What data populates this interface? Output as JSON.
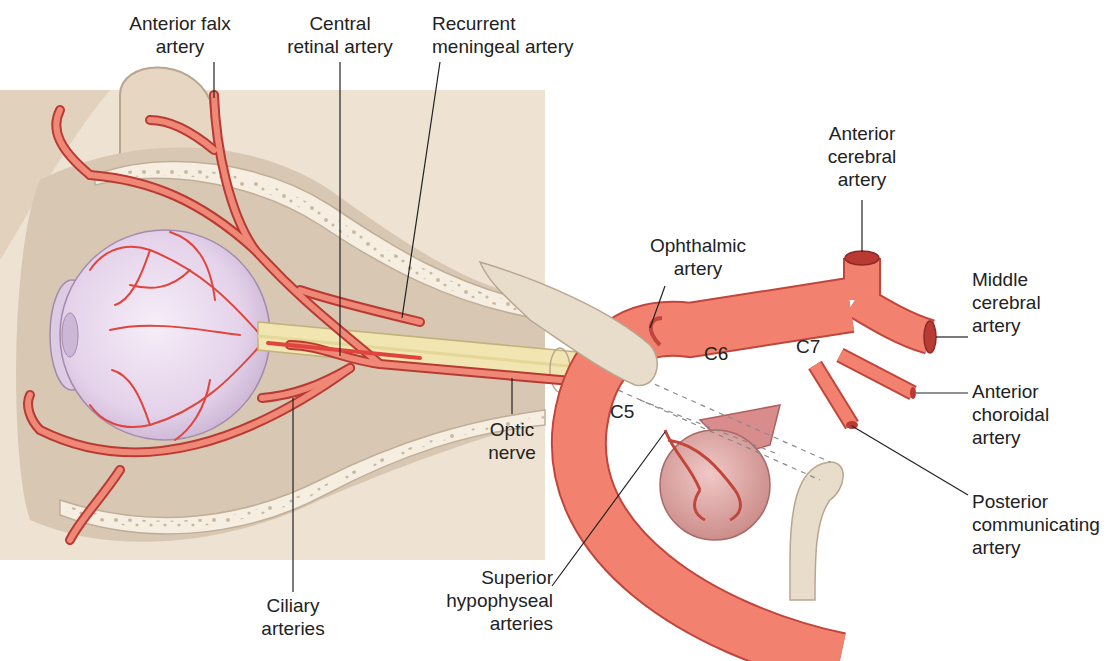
{
  "diagram": {
    "labels": [
      "Anterior falx artery",
      "Central retinal artery",
      "Recurrent meningeal artery",
      "Anterior cerebral artery",
      "Ophthalmic artery",
      "Middle cerebral artery",
      "C6",
      "C7",
      "C5",
      "Optic nerve",
      "Anterior choroidal artery",
      "Posterior communicating artery",
      "Superior hypophyseal arteries",
      "Ciliary arteries"
    ]
  }
}
